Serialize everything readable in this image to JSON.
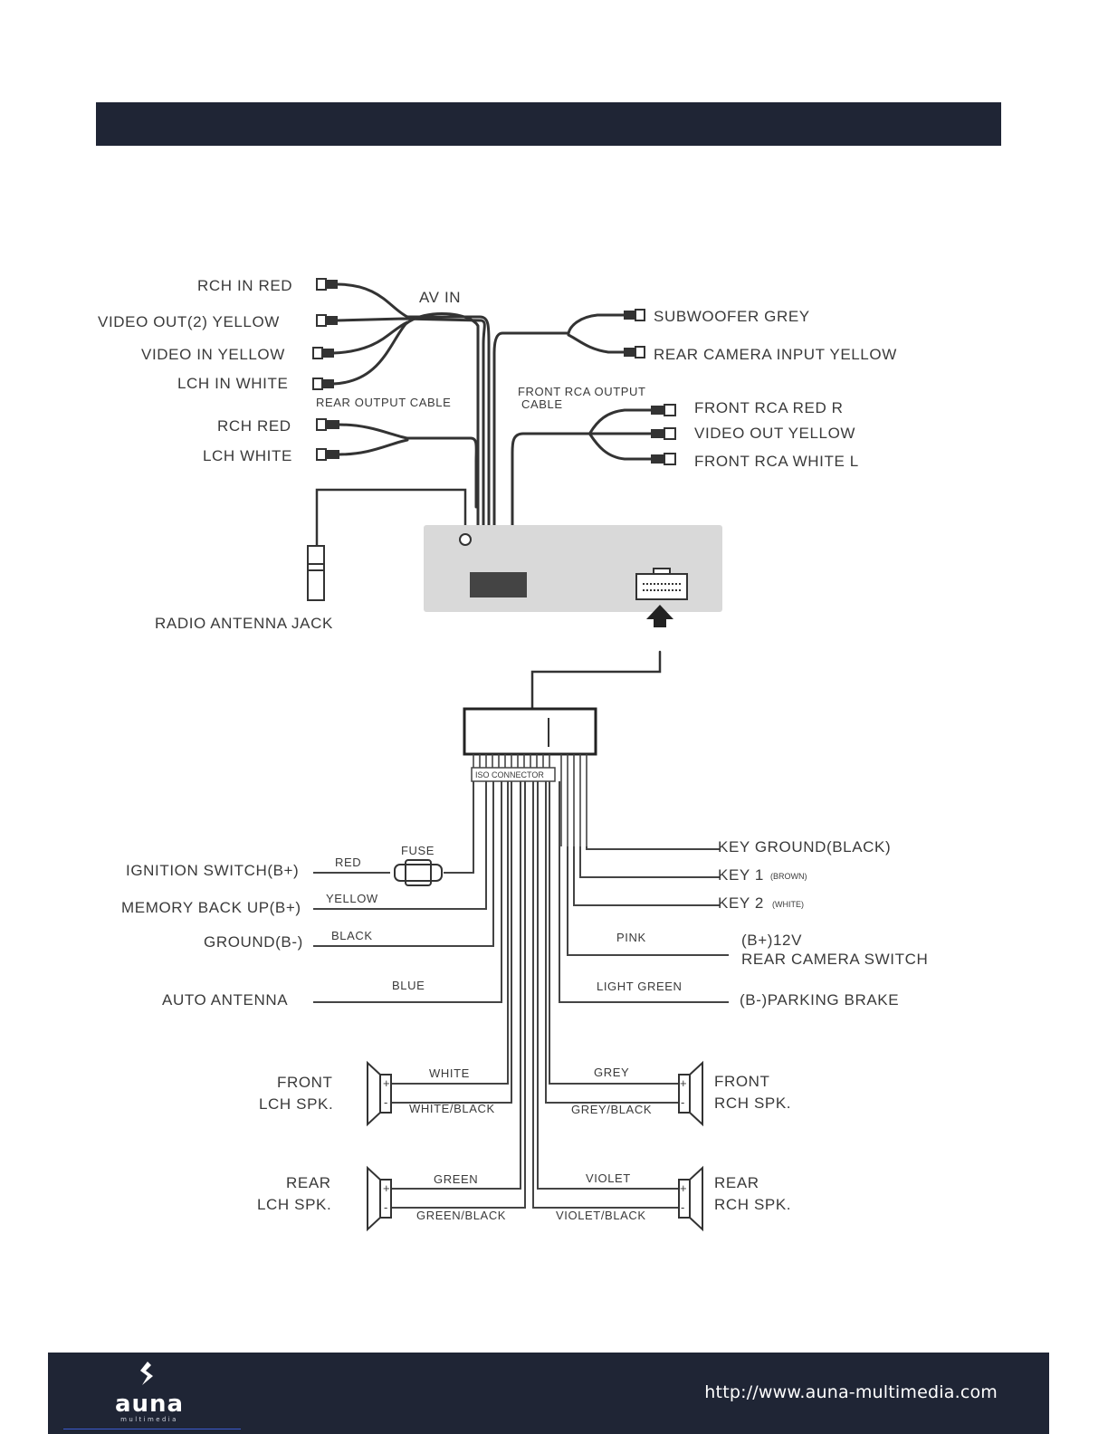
{
  "footer": {
    "url": "http://www.auna-multimedia.com",
    "brand": "auna",
    "brand_sub": "multimedia"
  },
  "colors": {
    "dark_band": "#1f2535",
    "unit_panel": "#d9d9d9",
    "wire": "#333333"
  },
  "diagram": {
    "av_in": "AV IN",
    "rch_in_red": "RCH IN RED",
    "video_out2_yellow": "VIDEO OUT(2) YELLOW",
    "video_in_yellow": "VIDEO IN YELLOW",
    "lch_in_white": "LCH IN WHITE",
    "rear_output_cable": "REAR OUTPUT CABLE",
    "rch_red": "RCH  RED",
    "lch_white": "LCH WHITE",
    "subwoofer_grey": "SUBWOOFER GREY",
    "rear_camera_input_yellow": "REAR CAMERA INPUT YELLOW",
    "front_rca_output_1": "FRONT RCA OUTPUT",
    "front_rca_output_2": "CABLE",
    "front_rca_red_r": "FRONT RCA RED  R",
    "video_out_yellow": "VIDEO  OUT  YELLOW",
    "front_rca_white_l": "FRONT RCA  WHITE  L",
    "radio_antenna_jack": "RADIO ANTENNA JACK",
    "iso_connector": "ISO CONNECTOR",
    "fuse": "FUSE",
    "ignition_switch": "IGNITION SWITCH(B+)",
    "red": "RED",
    "memory_back_up": "MEMORY BACK UP(B+)",
    "yellow": "YELLOW",
    "ground": "GROUND(B-)",
    "black": "BLACK",
    "auto_antenna": "AUTO ANTENNA",
    "blue": "BLUE",
    "key_ground": "KEY GROUND(BLACK)",
    "key_1": "KEY 1",
    "key_1_color": "(BROWN)",
    "key_2": "KEY 2",
    "key_2_color": "(WHITE)",
    "pink": "PINK",
    "b12v": "(B+)12V",
    "rear_camera_switch": "REAR CAMERA SWITCH",
    "light_green": "LIGHT GREEN",
    "parking_brake": "(B-)PARKING BRAKE",
    "front": "FRONT",
    "lch_spk": "LCH SPK.",
    "rch_spk": "RCH SPK.",
    "rear": "REAR",
    "white": "WHITE",
    "white_black": "WHITE/BLACK",
    "grey": "GREY",
    "grey_black": "GREY/BLACK",
    "green": "GREEN",
    "green_black": "GREEN/BLACK",
    "violet": "VIOLET",
    "violet_black": "VIOLET/BLACK",
    "plus": "+",
    "minus": "-"
  }
}
